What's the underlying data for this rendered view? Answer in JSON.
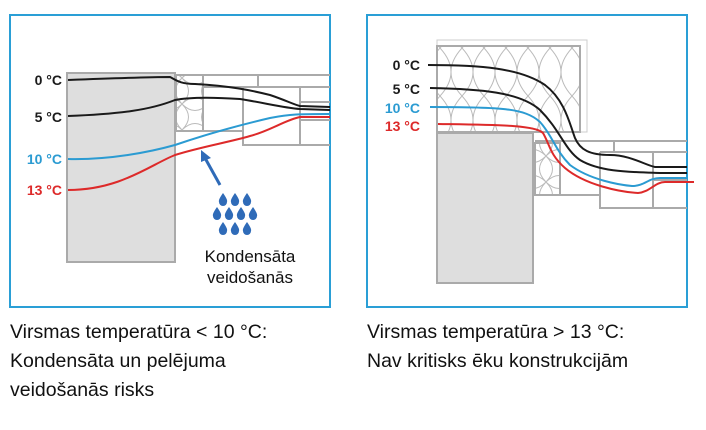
{
  "colors": {
    "frame": "#2a9fd6",
    "black_line": "#1a1a1a",
    "blue_line": "#2b9bd2",
    "red_line": "#dd2a2a",
    "drops": "#2f6bb8"
  },
  "left_panel": {
    "labels": [
      "0 °C",
      "5 °C",
      "10 °C",
      "13 °C"
    ],
    "annotation": [
      "Kondensāta",
      "veidošanās"
    ],
    "caption": [
      "Virsmas temperatūra < 10 °C:",
      "Kondensāta un pelējuma",
      "veidošanās risks"
    ]
  },
  "right_panel": {
    "labels": [
      "0 °C",
      "5 °C",
      "10 °C",
      "13 °C"
    ],
    "caption": [
      "Virsmas temperatūra > 13 °C:",
      "Nav kritisks ēku konstrukcijām"
    ]
  }
}
